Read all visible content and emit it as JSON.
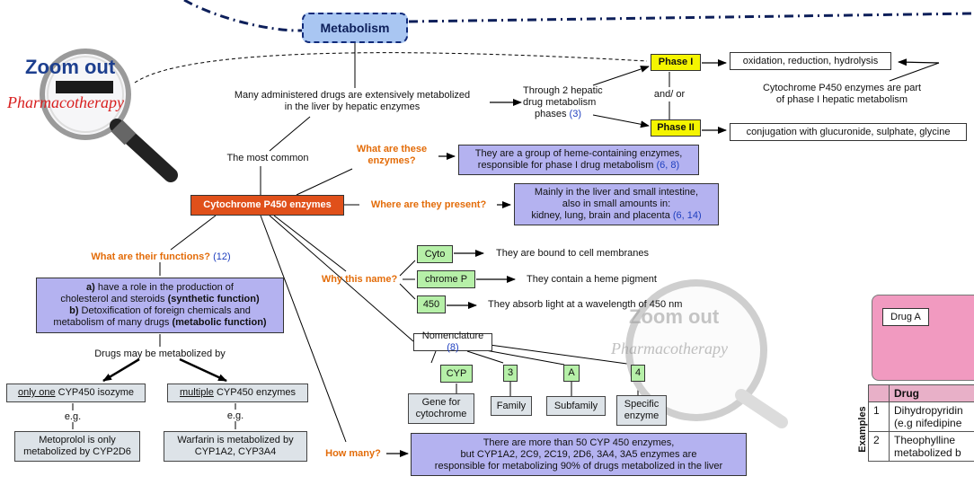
{
  "title": "Metabolism",
  "liver_text_1": "Many administered drugs are extensively metabolized",
  "liver_text_2": "in the liver by hepatic enzymes",
  "phases_text_1": "Through 2 hepatic",
  "phases_text_2": "drug metabolism",
  "phases_text_3": "phases",
  "phases_ref": "(3)",
  "phase1": "Phase I",
  "phase2": "Phase II",
  "and_or": "and/ or",
  "phase1_desc": "oxidation, reduction, hydrolysis",
  "phase2_desc": "conjugation with glucuronide, sulphate, glycine",
  "cyp_part_1": "Cytochrome P450 enzymes are part",
  "cyp_part_2": "of phase I hepatic metabolism",
  "most_common": "The most common",
  "cyp_box": "Cytochrome P450 enzymes",
  "q_what_1": "What are these",
  "q_what_2": "enzymes?",
  "a_what_1": "They are a group of heme-containing enzymes,",
  "a_what_2": "responsible for phase I drug metabolism",
  "a_what_ref": "(6, 8)",
  "q_where": "Where are they present?",
  "a_where_1": "Mainly in the liver and small intestine,",
  "a_where_2": "also in small amounts in:",
  "a_where_3": "kidney, lung, brain and placenta",
  "a_where_ref": "(6, 14)",
  "q_functions": "What are their functions?",
  "q_functions_ref": "(12)",
  "func_a_1": "a)",
  "func_a_2": " have a role in the production of",
  "func_a_3": "cholesterol and steroids ",
  "func_a_bold": "(synthetic function)",
  "func_b_1": "b)",
  "func_b_2": " Detoxification of foreign chemicals and",
  "func_b_3": "metabolism of many drugs ",
  "func_b_bold": "(metabolic function)",
  "may_be": "Drugs may be metabolized by",
  "one_u": "only one",
  "one_rest": " CYP450 isozyme",
  "multi_u": "multiple",
  "multi_rest": " CYP450 enzymes",
  "eg": "e.g.",
  "meto_1": "Metoprolol is only",
  "meto_2": "metabolized by CYP2D6",
  "warf_1": "Warfarin is metabolized by",
  "warf_2": "CYP1A2, CYP3A4",
  "q_why": "Why this name?",
  "name_cyto": "Cyto",
  "name_chrome": "chrome P",
  "name_450": "450",
  "name_cyto_desc": "They are bound to cell membranes",
  "name_chrome_desc": "They contain a heme pigment",
  "name_450_desc": "They absorb light at a wavelength of 450 nm",
  "nomenclature": "Nomenclature",
  "nomenclature_ref": "(8)",
  "nom_cyp": "CYP",
  "nom_3": "3",
  "nom_a": "A",
  "nom_4": "4",
  "nom_gene_1": "Gene for",
  "nom_gene_2": "cytochrome",
  "nom_family": "Family",
  "nom_subfamily": "Subfamily",
  "nom_specific_1": "Specific",
  "nom_specific_2": "enzyme",
  "q_how_many": "How many?",
  "a_how_1": "There are more than 50 CYP 450 enzymes,",
  "a_how_2": "but CYP1A2, 2C9, 2C19, 2D6, 3A4, 3A5 enzymes are",
  "a_how_3": "responsible for metabolizing 90% of drugs metabolized in the liver",
  "drug_a": "Drug A",
  "examples_label": "Examples",
  "table_header": "Drug",
  "table_rows": [
    {
      "n": "1",
      "line1": "Dihydropyridin",
      "line2": "(e.g nifedipine"
    },
    {
      "n": "2",
      "line1": "Theophylline",
      "line2": "metabolized b"
    }
  ],
  "wm_zoom": "Zoom out",
  "wm_pharma": "Pharmacotherapy",
  "colors": {
    "question": "#e36c09",
    "reference": "#1f3fbf",
    "purple": "#b4b2f0",
    "orange_box": "#e0501a",
    "green": "#b6f0a8",
    "yellow": "#f5f500",
    "pink": "#f19ac0"
  }
}
